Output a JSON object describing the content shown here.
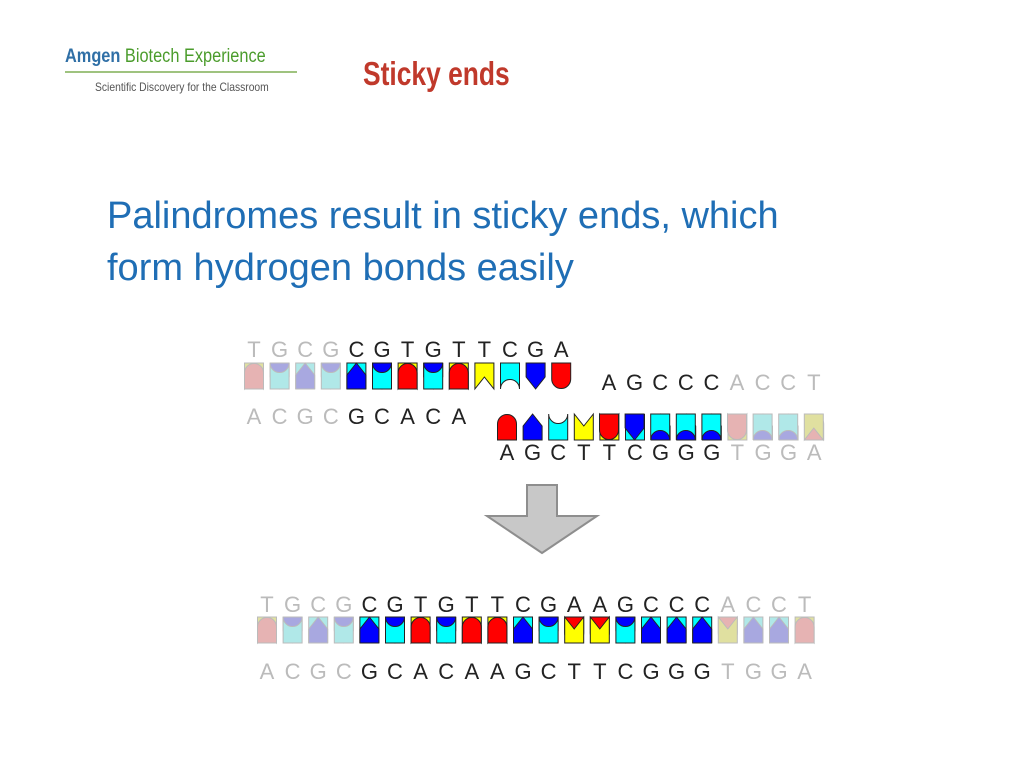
{
  "logo": {
    "brand_primary": "Amgen",
    "brand_secondary": "Biotech Experience",
    "tagline": "Scientific Discovery for the Classroom"
  },
  "slide": {
    "title": "Sticky ends",
    "body_line1": "Palindromes result in sticky ends, which",
    "body_line2": "form hydrogen bonds easily"
  },
  "diagram": {
    "fragment_left": {
      "top_strand": "TGCGCGTGTTCGA",
      "bottom_strand": "ACGCGCACA"
    },
    "fragment_right": {
      "top_strand": "AGCCCACCT",
      "bottom_strand": "AGCTTCGGGTGGA"
    },
    "joined": {
      "top_strand": "TGCGCGTGTTCGAAGCCCACCT",
      "bottom_strand": "ACGCGCACAAGCTTCGGGTGGA"
    },
    "arrow_icon": "down-arrow-icon",
    "base_colors": {
      "A": "#ff0000",
      "T": "#ffff00",
      "G": "#0000ff",
      "C": "#00ffff"
    },
    "faded_colors": {
      "A": "#e6b3b3",
      "T": "#e0e0a0",
      "G": "#a8a8e0",
      "C": "#b0e8e8"
    }
  }
}
